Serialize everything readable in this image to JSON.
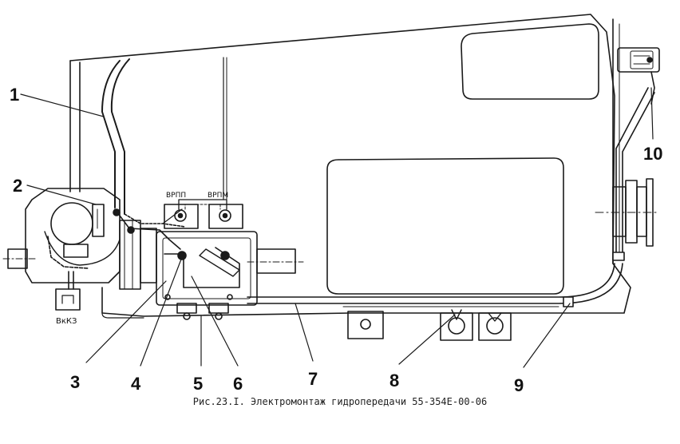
{
  "callouts": [
    "1",
    "2",
    "3",
    "4",
    "5",
    "6",
    "7",
    "8",
    "9",
    "10"
  ],
  "tags": {
    "vrp1": "ВРПП",
    "vrp2": "ВРПМ",
    "vkz": "ВкКЗ"
  },
  "caption": "Рис.23.I. Электромонтаж гидропередачи 55-354Е-00-06"
}
